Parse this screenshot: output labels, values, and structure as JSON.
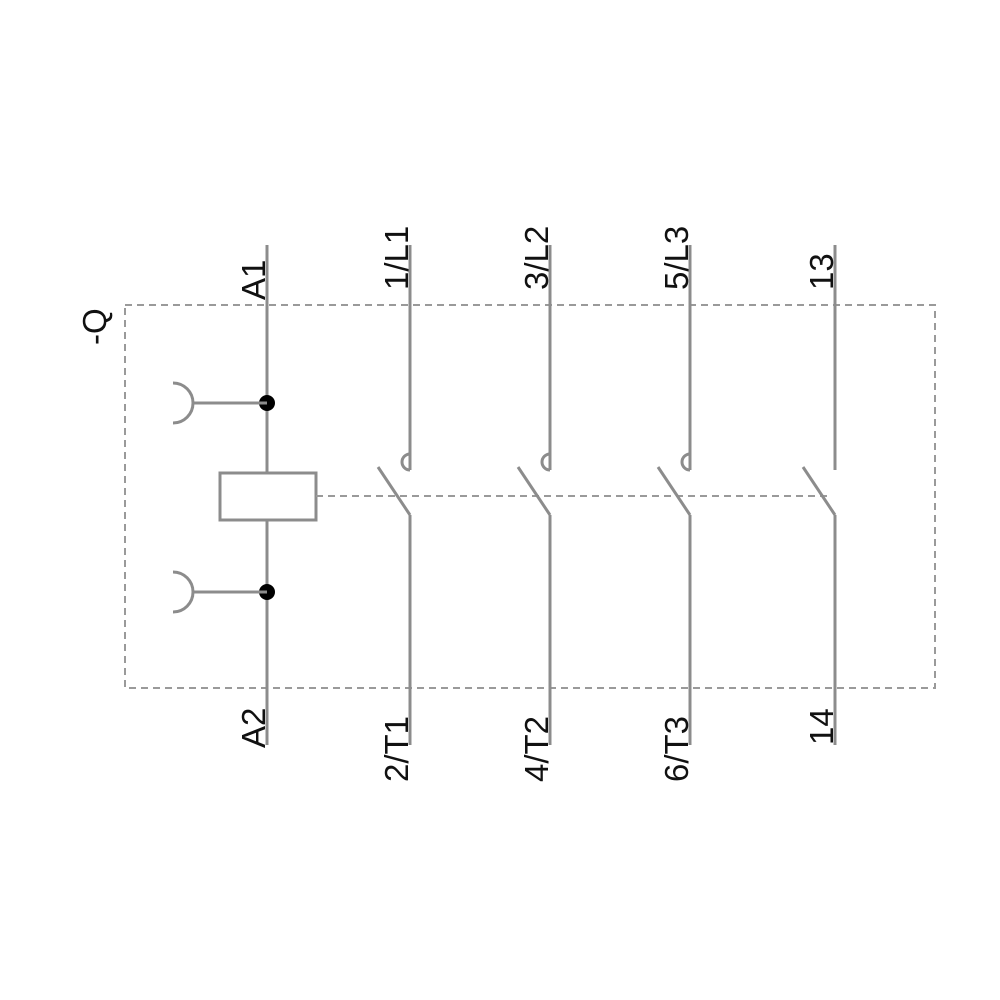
{
  "designation": "-Q",
  "coil": {
    "top_terminal": "A1",
    "bottom_terminal": "A2"
  },
  "poles": [
    {
      "top": "1/L1",
      "bottom": "2/T1",
      "type": "main"
    },
    {
      "top": "3/L2",
      "bottom": "4/T2",
      "type": "main"
    },
    {
      "top": "5/L3",
      "bottom": "6/T3",
      "type": "main"
    },
    {
      "top": "13",
      "bottom": "14",
      "type": "auxiliary"
    }
  ],
  "colors": {
    "line": "#8c8c8c",
    "text": "#111111",
    "dot": "#000000"
  }
}
